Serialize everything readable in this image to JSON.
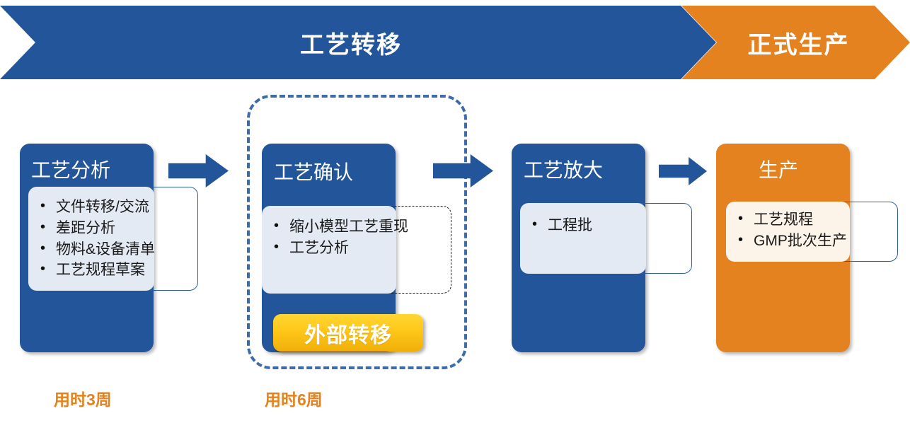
{
  "banner": {
    "segments": [
      {
        "label": "工艺转移",
        "color": "#22559A"
      },
      {
        "label": "正式生产",
        "color": "#E3821F"
      }
    ]
  },
  "stages": [
    {
      "key": "process-analysis",
      "title": "工艺分析",
      "color": "#22559A",
      "items": [
        "文件转移/交流",
        "差距分析",
        "物料&设备清单",
        "工艺规程草案"
      ]
    },
    {
      "key": "process-confirmation",
      "title": "工艺确认",
      "color": "#22559A",
      "items": [
        "缩小模型工艺重现",
        "工艺分析"
      ]
    },
    {
      "key": "process-scale-up",
      "title": "工艺放大",
      "color": "#22559A",
      "items": [
        "工程批"
      ]
    },
    {
      "key": "production",
      "title": "生产",
      "color": "#E3821F",
      "items": [
        "工艺规程",
        "GMP批次生产"
      ]
    }
  ],
  "badge": {
    "label": "外部转移",
    "color": "#FFC81A"
  },
  "durations": [
    {
      "key": "duration-stage-1",
      "label": "用时3周"
    },
    {
      "key": "duration-stage-2",
      "label": "用时6周"
    }
  ],
  "colors": {
    "primary_blue": "#22559A",
    "accent_orange": "#E3821F",
    "badge_yellow": "#FFC81A",
    "callout_tint_blue": "#E4EAF3",
    "callout_tint_cream": "#FCF3E9",
    "group_outline": "#3D6CA8"
  }
}
